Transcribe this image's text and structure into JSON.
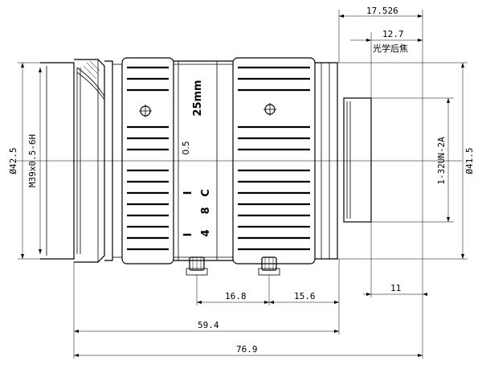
{
  "dimensions": {
    "flange_back": "17.526",
    "optical_back_focus": "12.7",
    "optical_back_focus_label": "光学后焦",
    "front_diameter": "Ø42.5",
    "filter_thread": "M39x0.5-6H",
    "body_diameter": "Ø41.5",
    "mount_thread": "1-32UN-2A",
    "mount_length": "11",
    "screw_spacing_1": "16.8",
    "screw_spacing_2": "15.6",
    "body_length": "59.4",
    "total_length": "76.9"
  },
  "lens_markings": {
    "focal_length": "25mm",
    "min_focus": "0.5",
    "aperture_c": "C",
    "aperture_8": "8",
    "aperture_4": "4",
    "index_tick": "I",
    "index_tick_2": "I"
  }
}
